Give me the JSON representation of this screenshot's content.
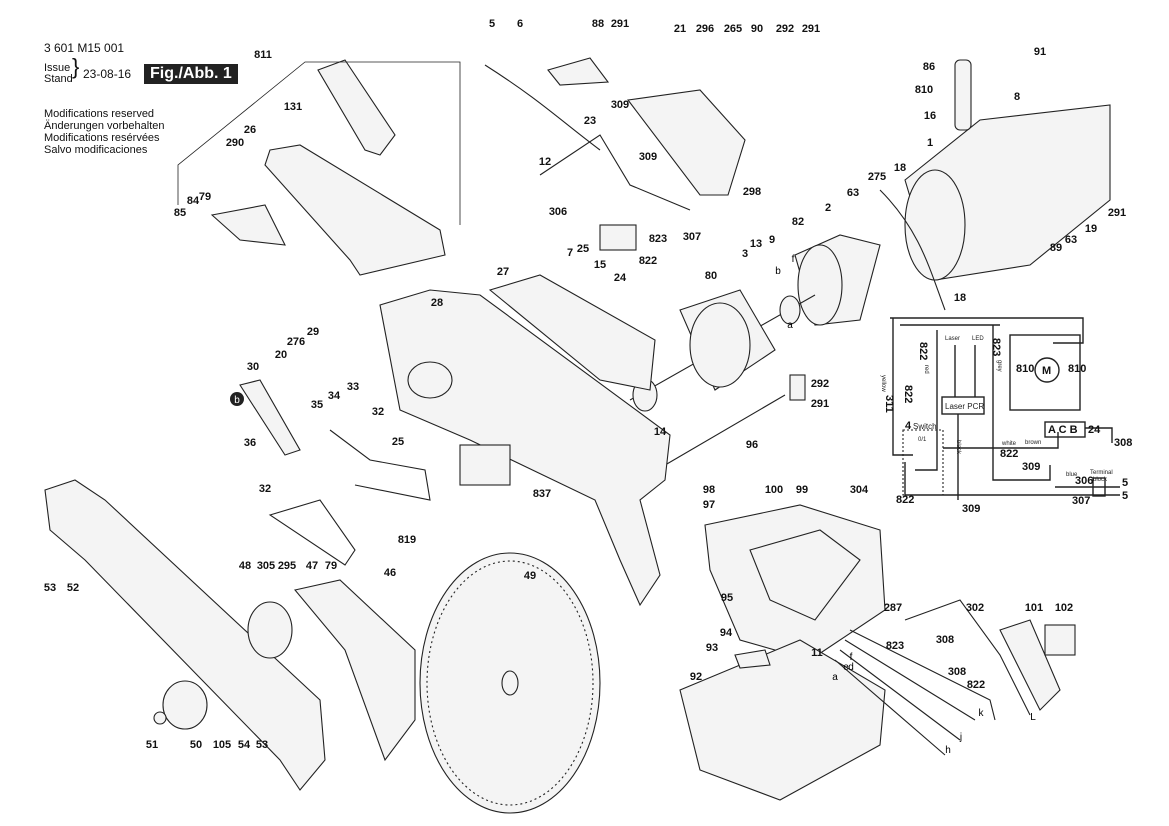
{
  "header": {
    "part_number": "3 601 M15 001",
    "issue_label": "Issue",
    "stand_label": "Stand",
    "date": "23-08-16",
    "figure": "Fig./Abb. 1",
    "notes": [
      "Modifications reserved",
      "Änderungen vorbehalten",
      "Modifications resérvées",
      "Salvo modificaciones"
    ]
  },
  "labels": [
    "811",
    "131",
    "26",
    "290",
    "85",
    "84",
    "79",
    "5",
    "6",
    "88",
    "291",
    "21",
    "296",
    "265",
    "90",
    "292",
    "291",
    "309",
    "23",
    "309",
    "12",
    "306",
    "307",
    "823",
    "822",
    "24",
    "298",
    "7",
    "25",
    "15",
    "86",
    "810",
    "91",
    "8",
    "16",
    "1",
    "18",
    "275",
    "63",
    "2",
    "82",
    "291",
    "19",
    "63",
    "89",
    "18",
    "3",
    "13",
    "9",
    "80",
    "27",
    "28",
    "14",
    "292",
    "291",
    "96",
    "30",
    "20",
    "276",
    "29",
    "33",
    "34",
    "35",
    "32",
    "25",
    "36",
    "32",
    "819",
    "837",
    "53",
    "52",
    "48",
    "305",
    "295",
    "47",
    "79",
    "46",
    "49",
    "51",
    "50",
    "105",
    "54",
    "53",
    "98",
    "100",
    "99",
    "304",
    "97",
    "95",
    "94",
    "93",
    "11",
    "92",
    "287",
    "302",
    "101",
    "102",
    "823",
    "308",
    "308",
    "822"
  ],
  "letters": [
    "a",
    "b",
    "f",
    "a",
    "e",
    "d",
    "f",
    "k",
    "j",
    "h",
    "L",
    "b"
  ],
  "wiring": {
    "laser": "Laser",
    "led": "LED",
    "w822red": "822",
    "red": "red",
    "w823": "823",
    "grey": "grey",
    "m810a": "810",
    "motor": "M",
    "m810b": "810",
    "yellow": "yellow",
    "w311": "311",
    "w822grey": "822",
    "pcr": "Laser PCR",
    "switch_num": "4",
    "switch": "Switch",
    "onoff": "0/1",
    "acb": "A C B",
    "w24": "24",
    "w308": "308",
    "white": "white",
    "brown": "brown",
    "w822white": "822",
    "w309a": "309",
    "blue": "blue",
    "black": "black",
    "w306": "306",
    "terminal": "Terminal",
    "block": "block",
    "w5a": "5",
    "w5b": "5",
    "w822black": "822",
    "w307": "307",
    "w309b": "309",
    "v": "V"
  }
}
